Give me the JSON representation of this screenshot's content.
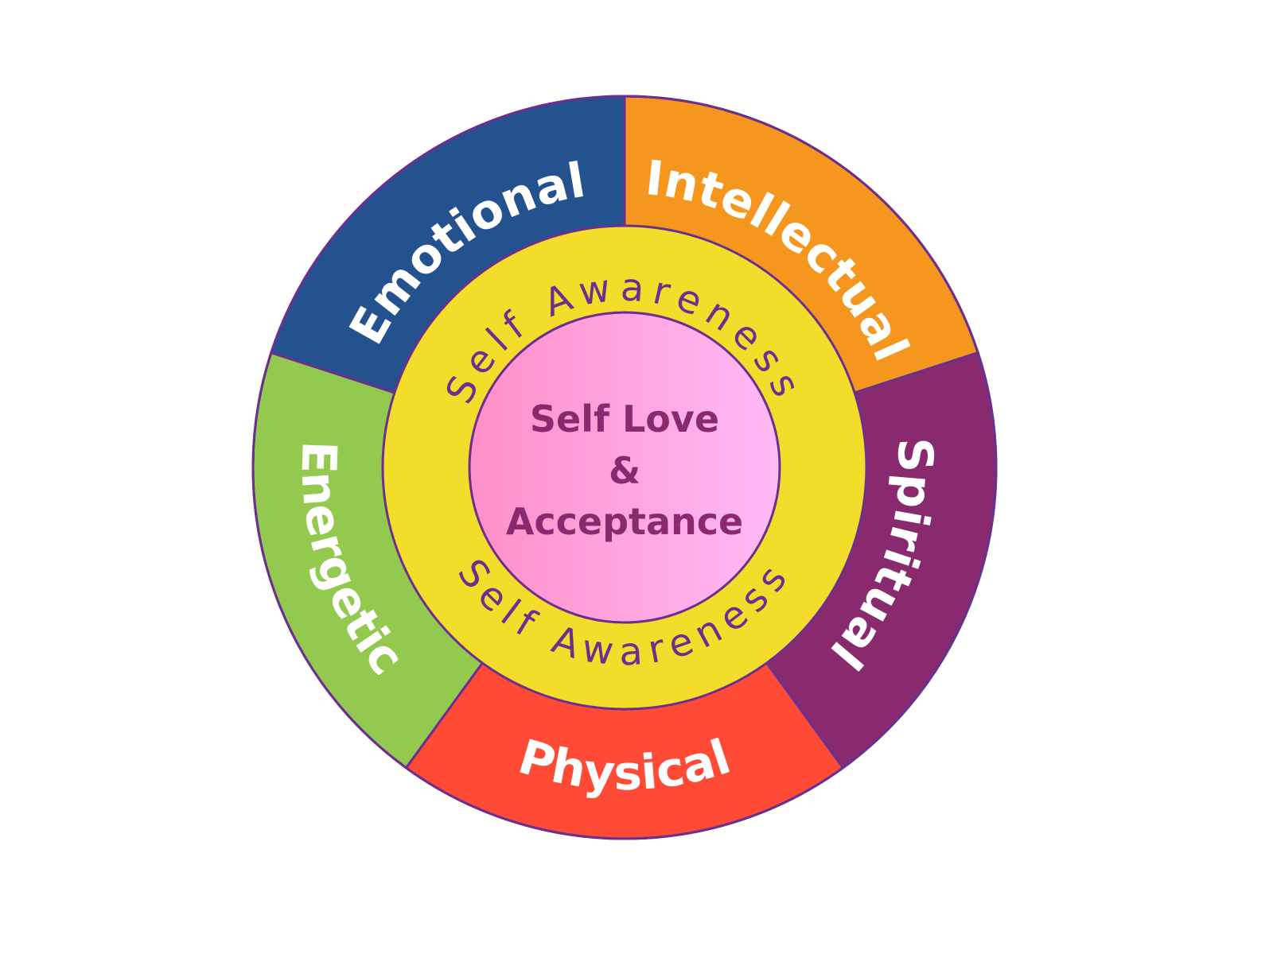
{
  "segments": [
    {
      "label": "Emotional",
      "color": "#24528f"
    },
    {
      "label": "Intellectual",
      "color": "#f5961f"
    },
    {
      "label": "Spiritual",
      "color": "#8a2a6e"
    },
    {
      "label": "Physical",
      "color": "#ff4b35"
    },
    {
      "label": "Energetic",
      "color": "#94c950"
    }
  ],
  "middle_ring": {
    "label_top": "Self Awareness",
    "label_bottom": "Self Awareness",
    "color": "#f3dd2a"
  },
  "center": {
    "line1": "Self Love",
    "line2": "&",
    "line3": "Acceptance",
    "text_color": "#8a2a6e",
    "gradient": [
      "#ff8fc8",
      "#ffbaf6"
    ]
  },
  "border_color": "#6a2f8f"
}
